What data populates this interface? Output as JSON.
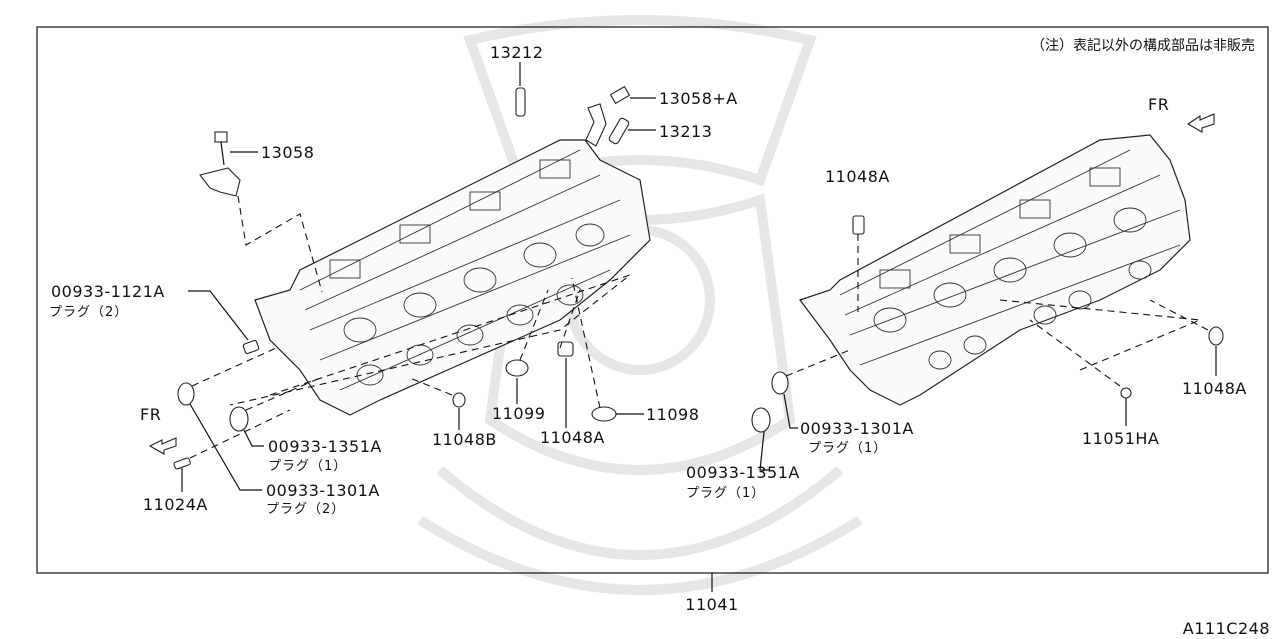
{
  "note": "（注）表記以外の構成部品は非販売",
  "figure_code": "A111C248",
  "assembly_number": "11041",
  "fr_label": "FR",
  "callouts": {
    "p13212": "13212",
    "p13058a": "13058+A",
    "p13213": "13213",
    "p13058": "13058",
    "p11048a_top": "11048A",
    "p00933_1121a": "00933-1121A",
    "p00933_1121a_sub": "プラグ（2）",
    "p11099": "11099",
    "p11048a_mid": "11048A",
    "p11098": "11098",
    "p11048b": "11048B",
    "p00933_1351a_left": "00933-1351A",
    "p00933_1351a_left_sub": "プラグ（1）",
    "p00933_1301a_left": "00933-1301A",
    "p00933_1301a_left_sub": "プラグ（2）",
    "p11024a": "11024A",
    "p00933_1301a_right": "00933-1301A",
    "p00933_1301a_right_sub": "プラグ（1）",
    "p00933_1351a_right": "00933-1351A",
    "p00933_1351a_right_sub": "プラグ（1）",
    "p11051ha": "11051HA",
    "p11048a_right": "11048A"
  }
}
